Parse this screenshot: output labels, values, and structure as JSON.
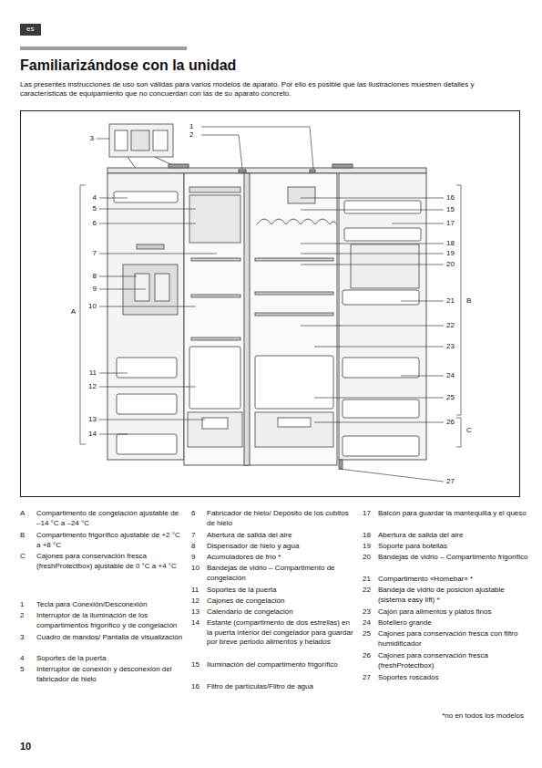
{
  "diagram": {
    "title": "Familiarizándose con la unidad",
    "nodes": [
      {
        "text": [
          "es"
        ]
      }
    ],
    "labels": [
      "Las presentes instrucciones de uso son válidas para varios modelos de aparato. Por ello es posible que las ilustraciones muestren detalles y características de equipamiento que no concuerdan con las de su aparato concreto.",
      "1",
      "2",
      "3",
      "4",
      "5",
      "6",
      "7",
      "8",
      "9",
      "10",
      "A",
      "11",
      "12",
      "13",
      "14",
      "16",
      "15",
      "17",
      "18",
      "19",
      "20",
      "21",
      "B",
      "22",
      "23",
      "24",
      "25",
      "26",
      "C",
      "27",
      "A",
      "Compartimento de congelación ajustable de –14 °C a –24 °C",
      "B",
      "Compartimento frigorífico ajustable de +2 °C a +8 °C",
      "C",
      "Cajones para conservación fresca (freshProtectbox) ajustable de 0 °C a +4 °C",
      "1",
      "Tecla para Conexión/Desconexión",
      "2",
      "Interruptor de la iluminación de los compartimentos frigorífico y de congelación",
      "3",
      "Cuadro de mandos/ Pantalla de visualización",
      "4",
      "Soportes de la puerta",
      "5",
      "Interruptor de conexión y desconexión del fabricador de hielo",
      "6",
      "Fabricador de hielo/ Depósito de los cubitos de hielo",
      "7",
      "Abertura de salida del aire",
      "8",
      "Dispensador de hielo y agua",
      "9",
      "Acumuladores de frío *",
      "10",
      "Bandejas de vidrio – Compartimento de congelación",
      "11",
      "Soportes de la puerta",
      "12",
      "Cajones de congelación",
      "13",
      "Calendario de congelación",
      "14",
      "Estante (compartimento de dos estrellas) en la puerta interior del congelador para guardar por breve periodo alimentos y helados",
      "15",
      "Iluminación del compartimento frigorífico",
      "16",
      "Filtro de partículas/Filtro de agua",
      "17",
      "Balcón para guardar la mantequilla y el queso",
      "18",
      "Abertura de salida del aire",
      "19",
      "Soporte para botellas",
      "20",
      "Bandejas de vidrio – Compartimento frigorífico",
      "21",
      "Compartimento «Homebar» *",
      "22",
      "Bandeja de vidrio de posición ajustable (sistema easy lift) *",
      "23",
      "Cajón para alimentos y platos finos",
      "24",
      "Botellero grande",
      "25",
      "Cajones para conservación fresca con filtro humidificador",
      "26",
      "Cajones para conservación fresca (freshProtectbox)",
      "27",
      "Soportes roscados",
      "*no en todos los modelos",
      "10"
    ]
  }
}
